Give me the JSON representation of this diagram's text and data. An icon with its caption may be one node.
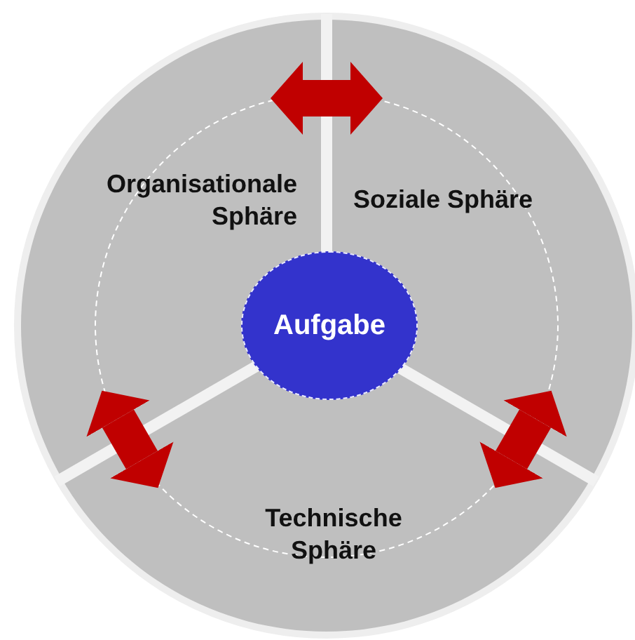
{
  "diagram": {
    "nodes": [
      {
        "text": [
          "Organisationale Sphäre"
        ]
      },
      {
        "text": [
          "Soziale Sphäre"
        ]
      },
      {
        "text": [
          "Aufgabe"
        ]
      },
      {
        "text": [
          "Technische Sphäre"
        ]
      }
    ],
    "edges": [
      {
        "from": 0,
        "to": 1,
        "arrow": "both"
      },
      {
        "from": 0,
        "to": 3,
        "arrow": "both"
      },
      {
        "from": 1,
        "to": 3,
        "arrow": "both"
      }
    ]
  }
}
